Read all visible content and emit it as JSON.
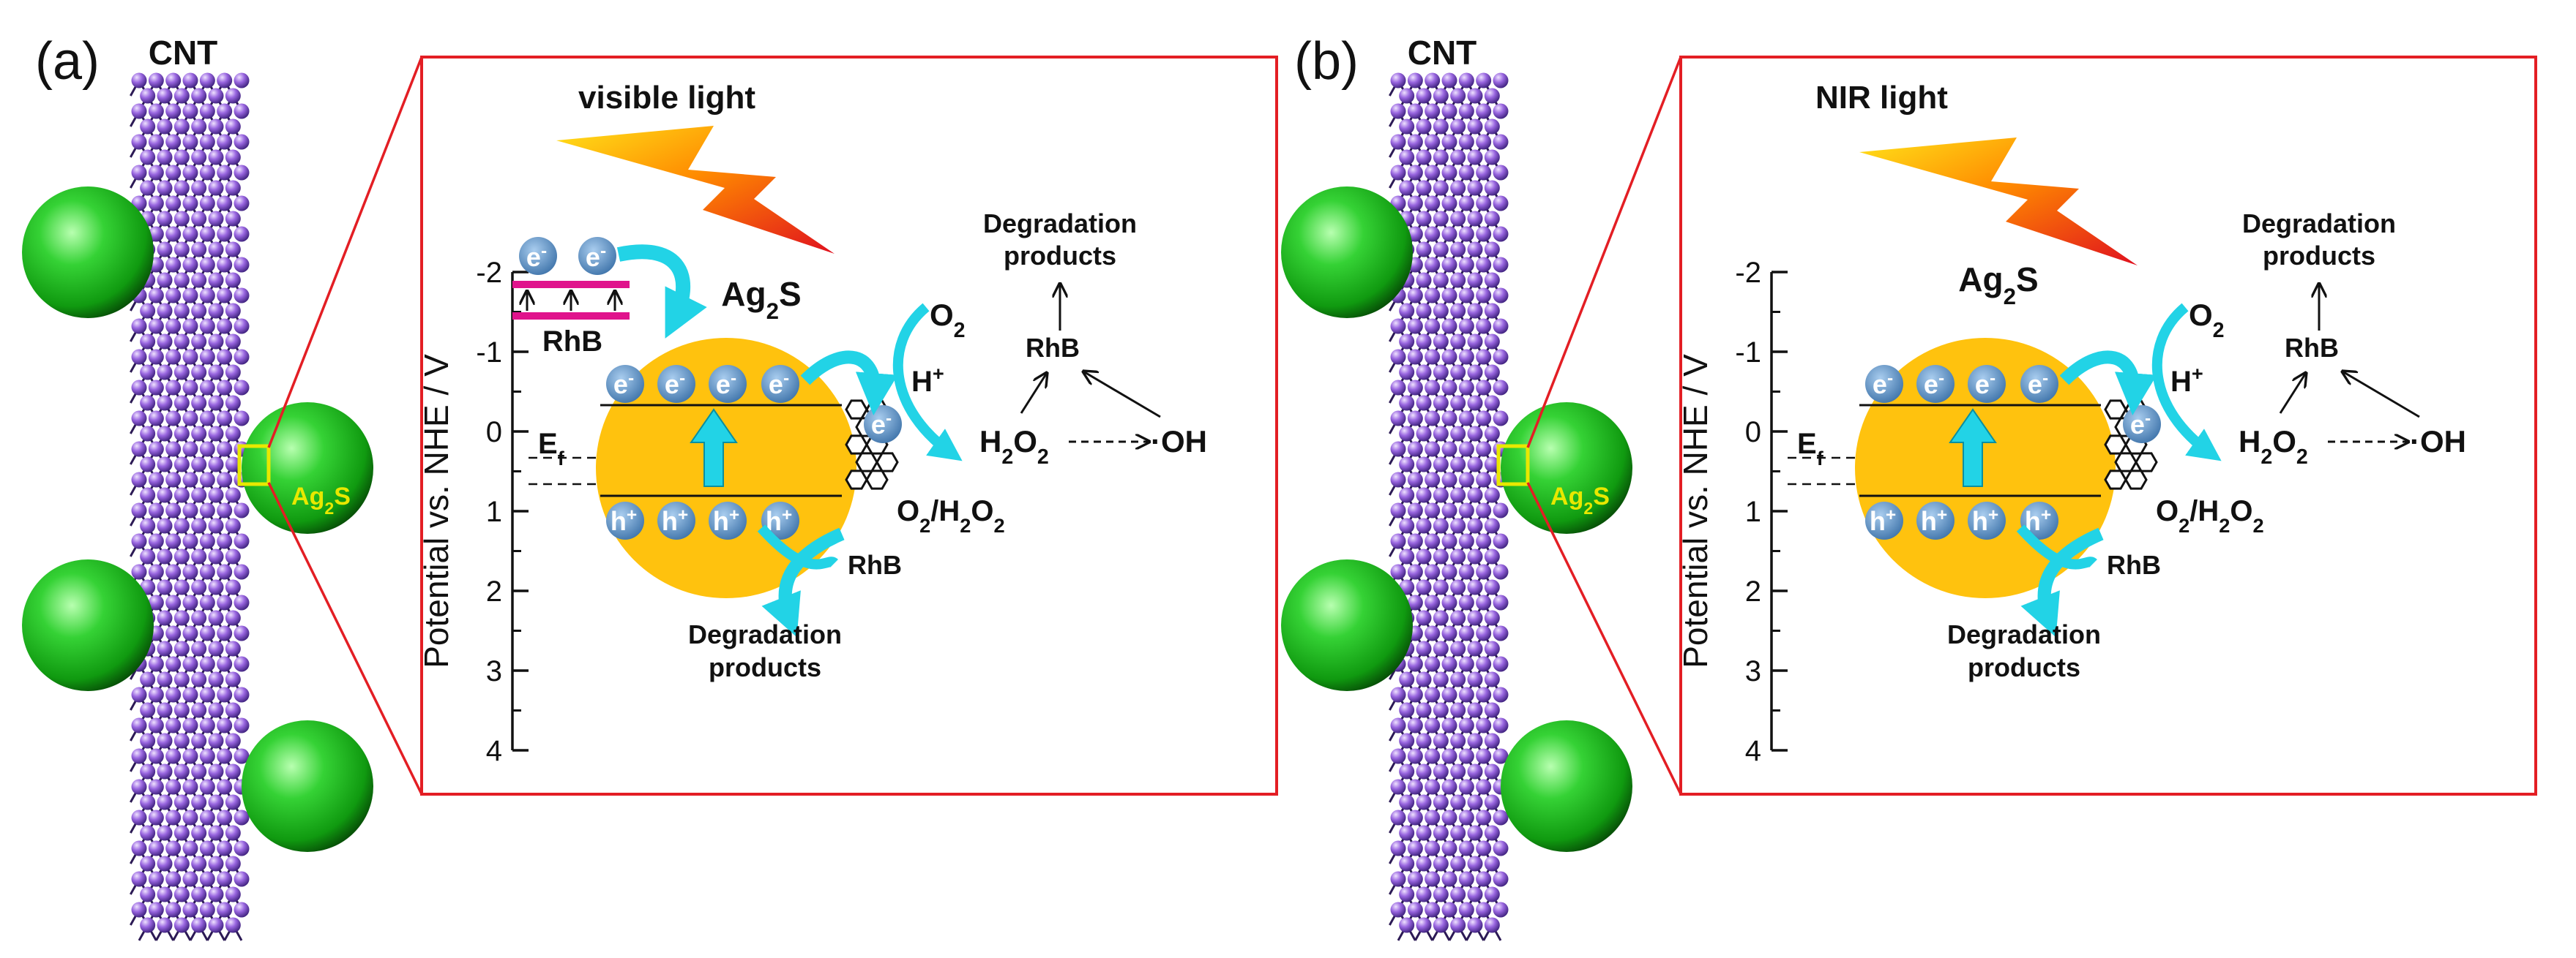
{
  "colors": {
    "cnt_atom": "#8a5cd6",
    "cnt_atom_dark": "#4b2a8f",
    "sphere": "#2fc12f",
    "sphere_dark": "#0a5a0a",
    "ag2s_core": "#ffc20e",
    "electron": "#5f93c7",
    "arrow_cyan": "#22d3e6",
    "rhb_bar": "#e0138c",
    "frame": "#e31e24",
    "zoom_box": "#e8e800",
    "ag2s_label": "#e8e800"
  },
  "panels": [
    {
      "panel_label": "(a)",
      "cnt_label": "CNT",
      "ag2s_particle_label": "Ag2S",
      "light_label": "visible light",
      "axis_label": "Potential vs. NHE / V",
      "axis_ticks": [
        "-2",
        "-1",
        "0",
        "1",
        "2",
        "3",
        "4"
      ],
      "fermi_label": "Ef",
      "rhb_sensitizer_label": "RhB",
      "ag2s_core_label": "Ag2S",
      "electron_label": "e-",
      "hole_label": "h+",
      "o2_label": "O2",
      "hplus_label": "H+",
      "h2o2_label": "H2O2",
      "oh_label": "·OH",
      "o2h2o2_label": "O2/H2O2",
      "rhb_middle_label": "RhB",
      "rhb_bottom_label": "RhB",
      "degradation_top_line1": "Degradation",
      "degradation_top_line2": "products",
      "degradation_bottom_line1": "Degradation",
      "degradation_bottom_line2": "products",
      "has_rhb_sensitizer": true
    },
    {
      "panel_label": "(b)",
      "cnt_label": "CNT",
      "ag2s_particle_label": "Ag2S",
      "light_label": "NIR light",
      "axis_label": "Potential vs. NHE / V",
      "axis_ticks": [
        "-2",
        "-1",
        "0",
        "1",
        "2",
        "3",
        "4"
      ],
      "fermi_label": "Ef",
      "ag2s_core_label": "Ag2S",
      "electron_label": "e-",
      "hole_label": "h+",
      "o2_label": "O2",
      "hplus_label": "H+",
      "h2o2_label": "H2O2",
      "oh_label": "·OH",
      "o2h2o2_label": "O2/H2O2",
      "rhb_middle_label": "RhB",
      "rhb_bottom_label": "RhB",
      "degradation_top_line1": "Degradation",
      "degradation_top_line2": "products",
      "degradation_bottom_line1": "Degradation",
      "degradation_bottom_line2": "products",
      "has_rhb_sensitizer": false
    }
  ]
}
